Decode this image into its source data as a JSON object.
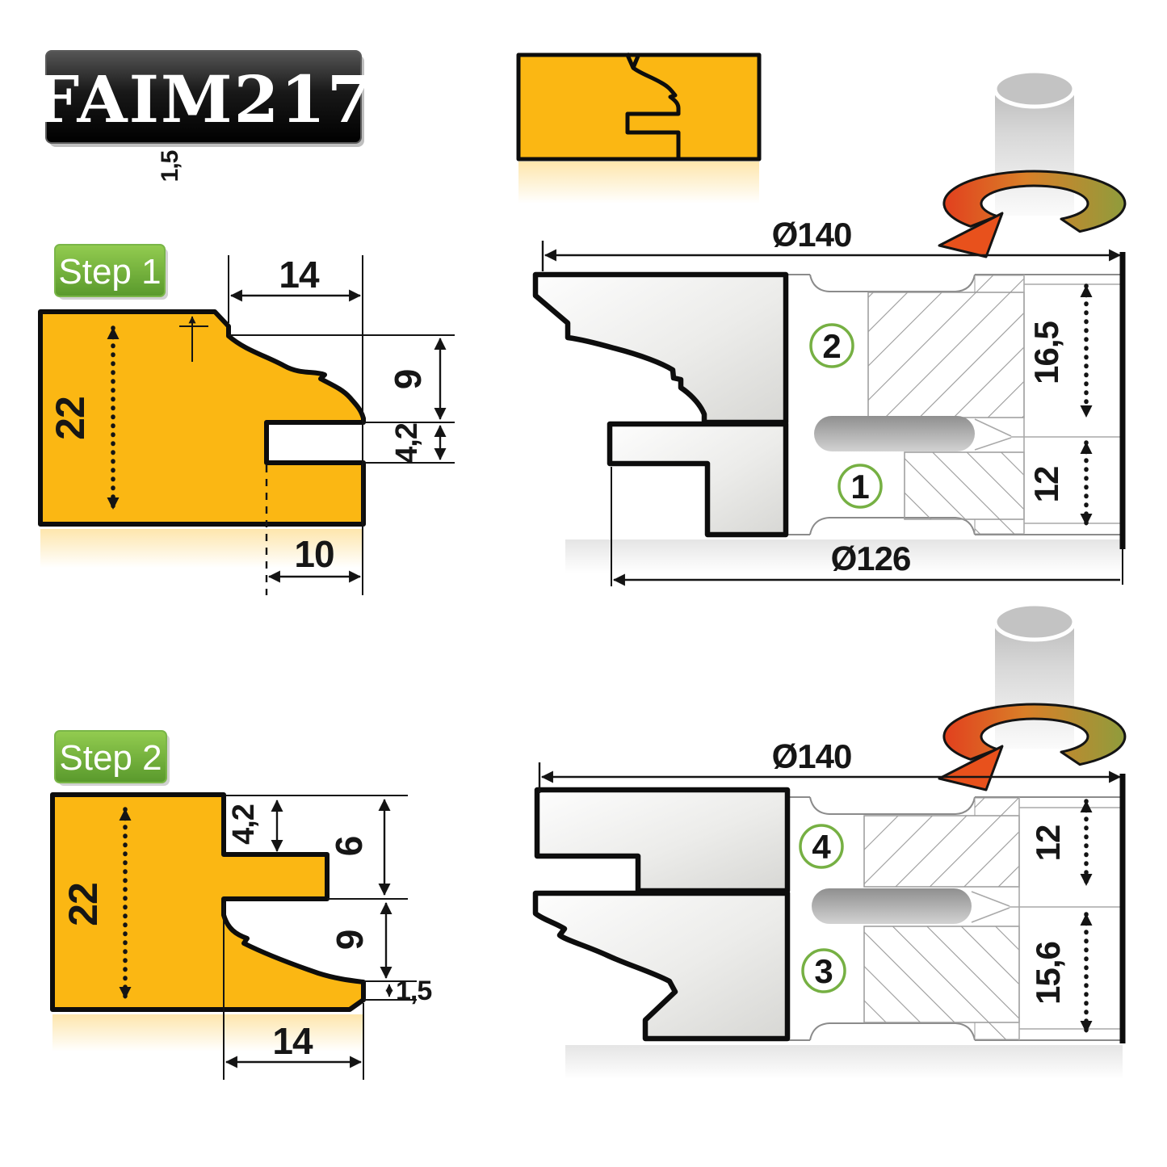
{
  "product": {
    "code": "FAIM217"
  },
  "step1": {
    "label": "Step 1",
    "dims": {
      "height": "22",
      "top_width": "14",
      "chamfer": "1,5",
      "profile_depth": "9",
      "groove_width": "4,2",
      "groove_depth": "10"
    }
  },
  "step2": {
    "label": "Step 2",
    "dims": {
      "height": "22",
      "tongue_thickness": "4,2",
      "rebate_depth": "6",
      "profile_depth": "9",
      "tip": "1,5",
      "bottom_width": "14"
    }
  },
  "head1": {
    "outer_diameter": "Ø140",
    "inner_diameter": "Ø126",
    "knife_top": "2",
    "knife_bottom": "1",
    "cut_top": "16,5",
    "cut_bottom": "12"
  },
  "head2": {
    "outer_diameter": "Ø140",
    "knife_top": "4",
    "knife_bottom": "3",
    "cut_top": "12",
    "cut_bottom": "15,6"
  },
  "colors": {
    "wood_yellow": "#FBB713",
    "outline_black": "#0d0d0d",
    "badge_black": "#000000",
    "step_green_top": "#92CB4F",
    "step_green_bottom": "#5C9C2E",
    "knife_circle_green": "#76B043",
    "rotation_arrow_red": "#E8511C",
    "rotation_arrow_olive": "#9AA23F",
    "hatch_gray": "#9a9a9a"
  }
}
